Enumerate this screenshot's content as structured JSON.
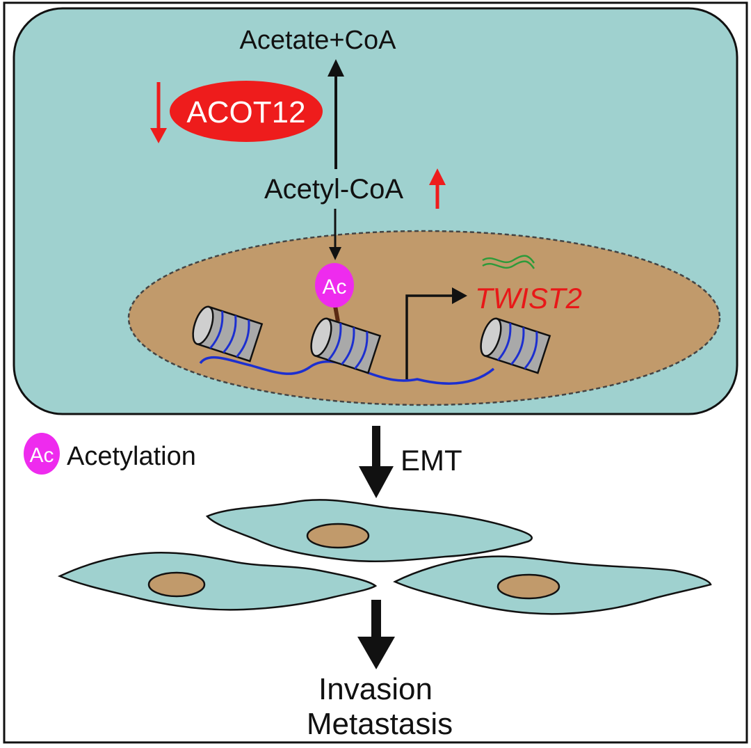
{
  "labels": {
    "acetate_coa": "Acetate+CoA",
    "acot12": "ACOT12",
    "acetyl_coa": "Acetyl-CoA",
    "ac_marker": "Ac",
    "twist2": "TWIST2",
    "legend_ac": "Ac",
    "legend_text": "Acetylation",
    "emt": "EMT",
    "invasion": "Invasion",
    "metastasis": "Metastasis"
  },
  "colors": {
    "cell_fill": "#9fd1cf",
    "nucleus_fill": "#c19a6b",
    "acot12_red": "#ee1c1c",
    "arrow_red": "#ee1c1c",
    "ac_magenta": "#ee2bee",
    "dna_blue": "#1c2fd0",
    "histone_gray": "#a9a9a9",
    "mrna_green": "#2e9a3a",
    "twist2_red": "#e81818",
    "text_black": "#111111"
  },
  "icons": [
    "down-arrow-red",
    "up-arrow-red",
    "black-arrow",
    "promoter-arrow",
    "histone-cylinder",
    "mrna-wave"
  ]
}
